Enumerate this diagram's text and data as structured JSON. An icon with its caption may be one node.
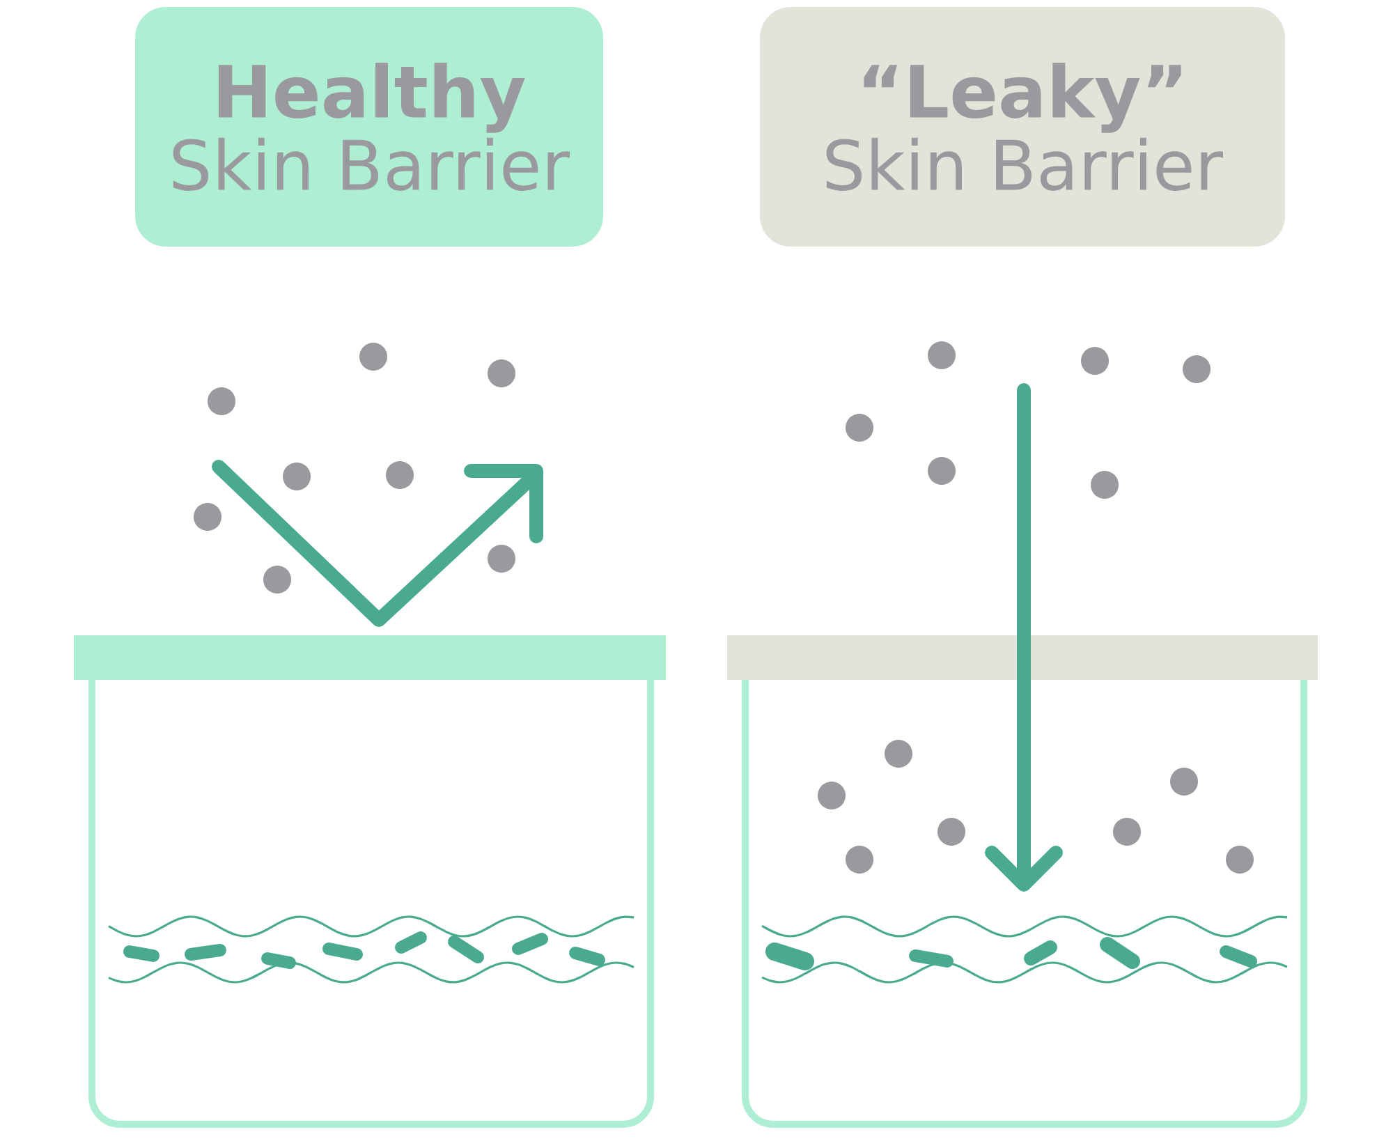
{
  "diagram": {
    "nodes": [
      {
        "text": [
          "Healthy",
          "Skin Barrier"
        ]
      },
      {
        "text": [
          "“Leaky”",
          "Skin Barrier"
        ]
      }
    ]
  }
}
